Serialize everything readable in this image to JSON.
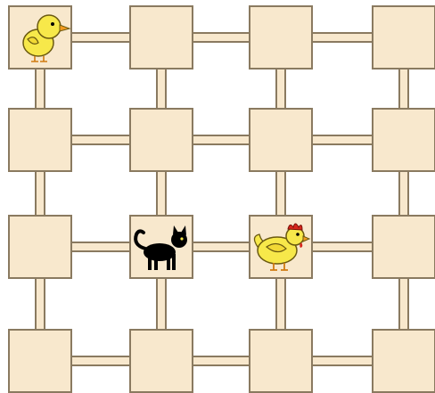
{
  "board": {
    "rows": 4,
    "cols": 4,
    "colors": {
      "tile_fill": "#f8e8cd",
      "tile_stroke": "#8a7a60",
      "background": "#ffffff"
    }
  },
  "pieces": [
    {
      "name": "chick",
      "icon": "chick-icon",
      "row": 0,
      "col": 0
    },
    {
      "name": "cat",
      "icon": "black-cat-icon",
      "row": 2,
      "col": 1
    },
    {
      "name": "hen",
      "icon": "hen-icon",
      "row": 2,
      "col": 2
    }
  ]
}
